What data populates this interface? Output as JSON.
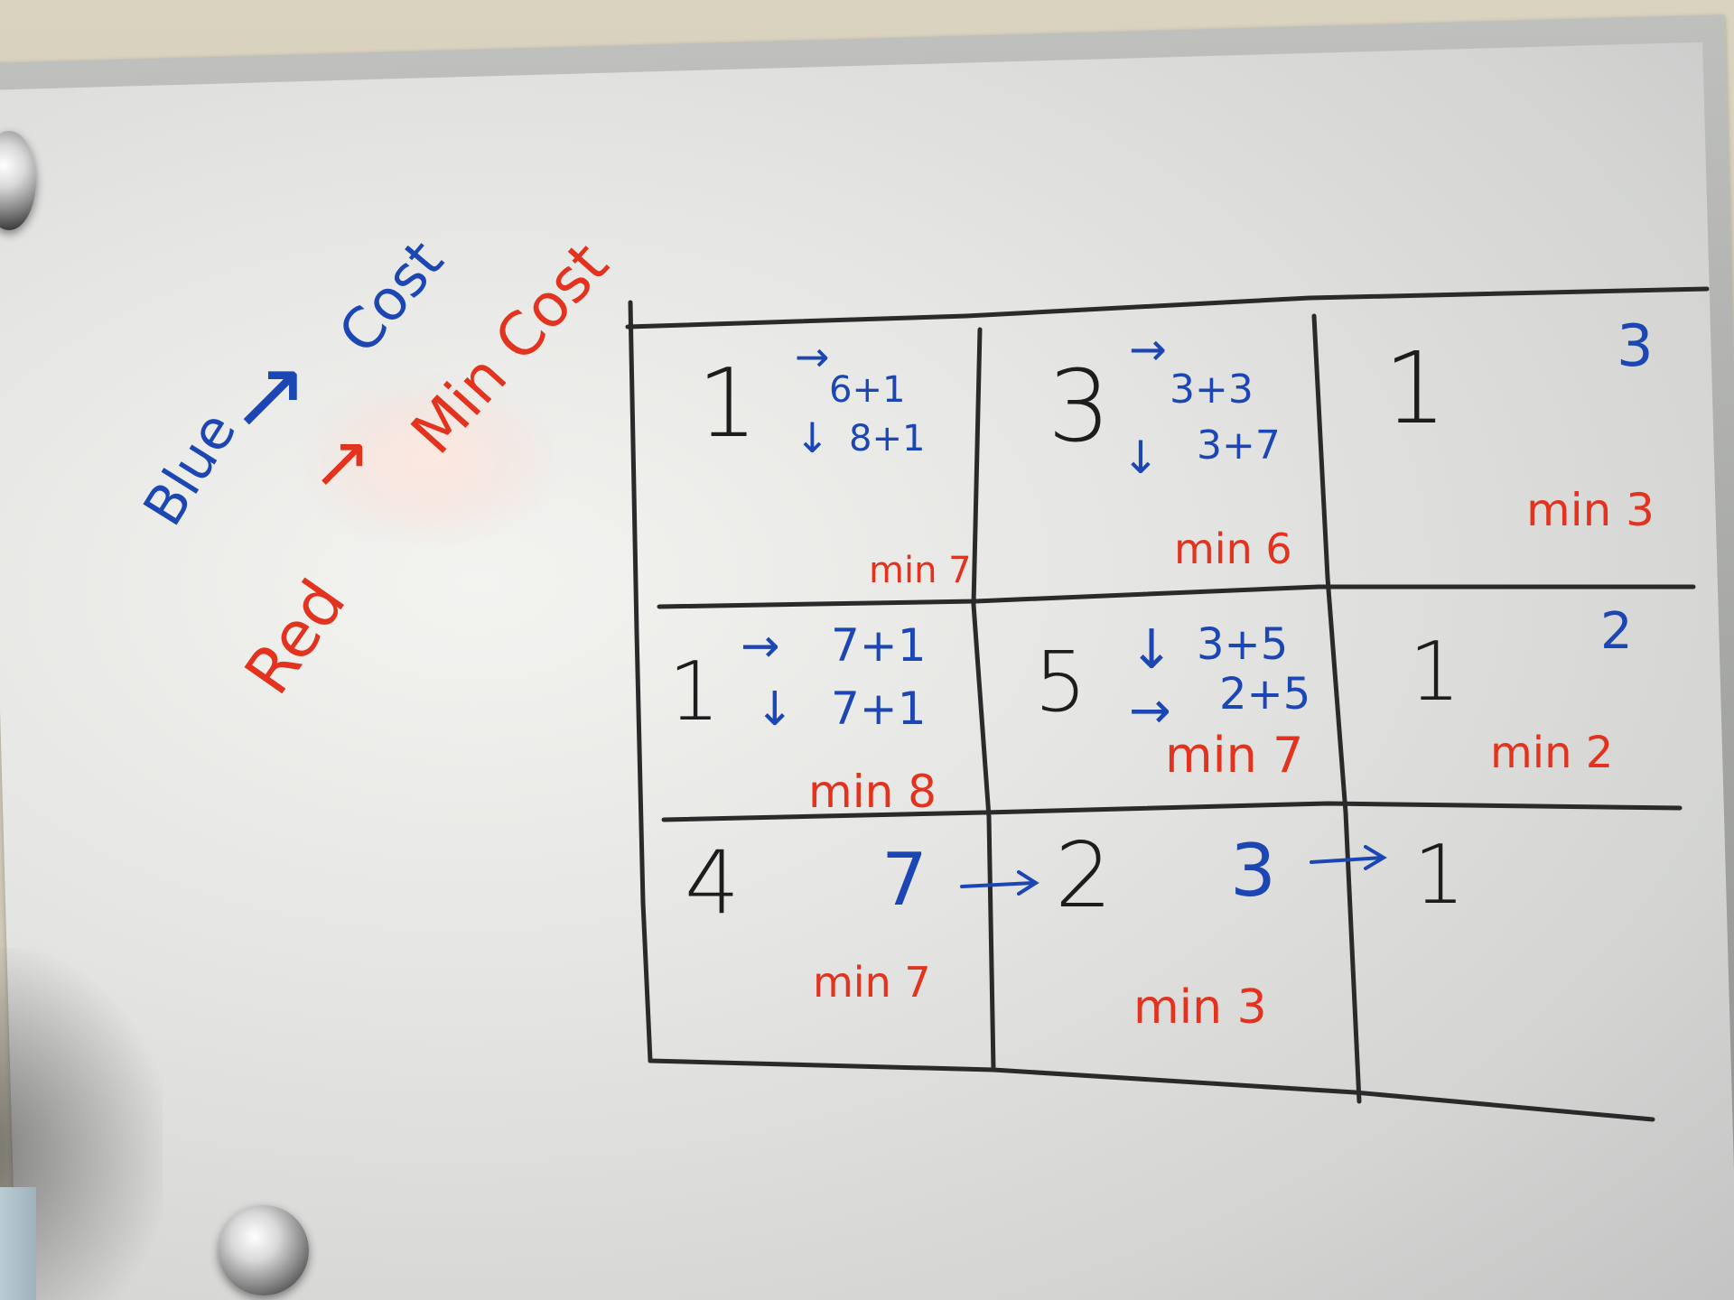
{
  "legend": {
    "blue_label": "Blue",
    "blue_meaning": "Cost",
    "red_label": "Red",
    "red_meaning": "Min Cost"
  },
  "grid": {
    "r0c0": {
      "value": "1",
      "right_note": "6+1",
      "down_note": "8+1",
      "min": "min 7"
    },
    "r0c1": {
      "value": "3",
      "right_note": "3+3",
      "down_note": "3+7",
      "min": "min 6"
    },
    "r0c2": {
      "value": "1",
      "cost": "3",
      "min": "min 3"
    },
    "r1c0": {
      "value": "1",
      "right_note": "7+1",
      "down_note": "7+1",
      "min": "min 8"
    },
    "r1c1": {
      "value": "5",
      "down_note": "3+5",
      "right_note": "2+5",
      "min": "min 7"
    },
    "r1c2": {
      "value": "1",
      "cost": "2",
      "min": "min 2"
    },
    "r2c0": {
      "value": "4",
      "cost": "7",
      "min": "min 7"
    },
    "r2c1": {
      "value": "2",
      "cost": "3",
      "min": "min 3"
    },
    "r2c2": {
      "value": "1"
    }
  },
  "colors": {
    "blue": "#1c46b4",
    "red": "#e3321e",
    "black": "#1d1d1d"
  },
  "glyphs": {
    "right_arrow": "→",
    "down_arrow": "↓",
    "diag_arrow": "↗"
  }
}
